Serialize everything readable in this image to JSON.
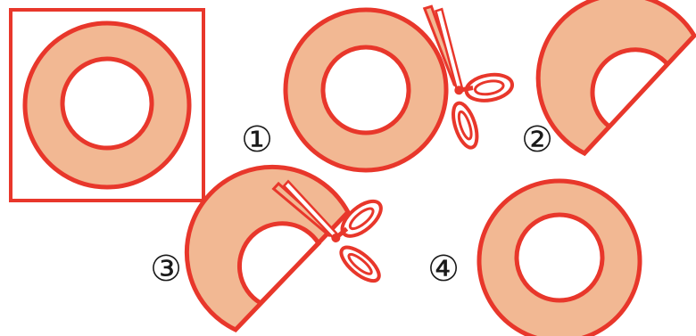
{
  "colors": {
    "outline": "#e8372b",
    "fill": "#f2b893",
    "background": "#ffffff",
    "label": "#1a1a1a"
  },
  "labels": {
    "step1": "①",
    "step2": "②",
    "step3": "③",
    "step4": "④"
  },
  "icons": {
    "scissors_1": "scissors-icon",
    "scissors_3": "scissors-icon"
  }
}
